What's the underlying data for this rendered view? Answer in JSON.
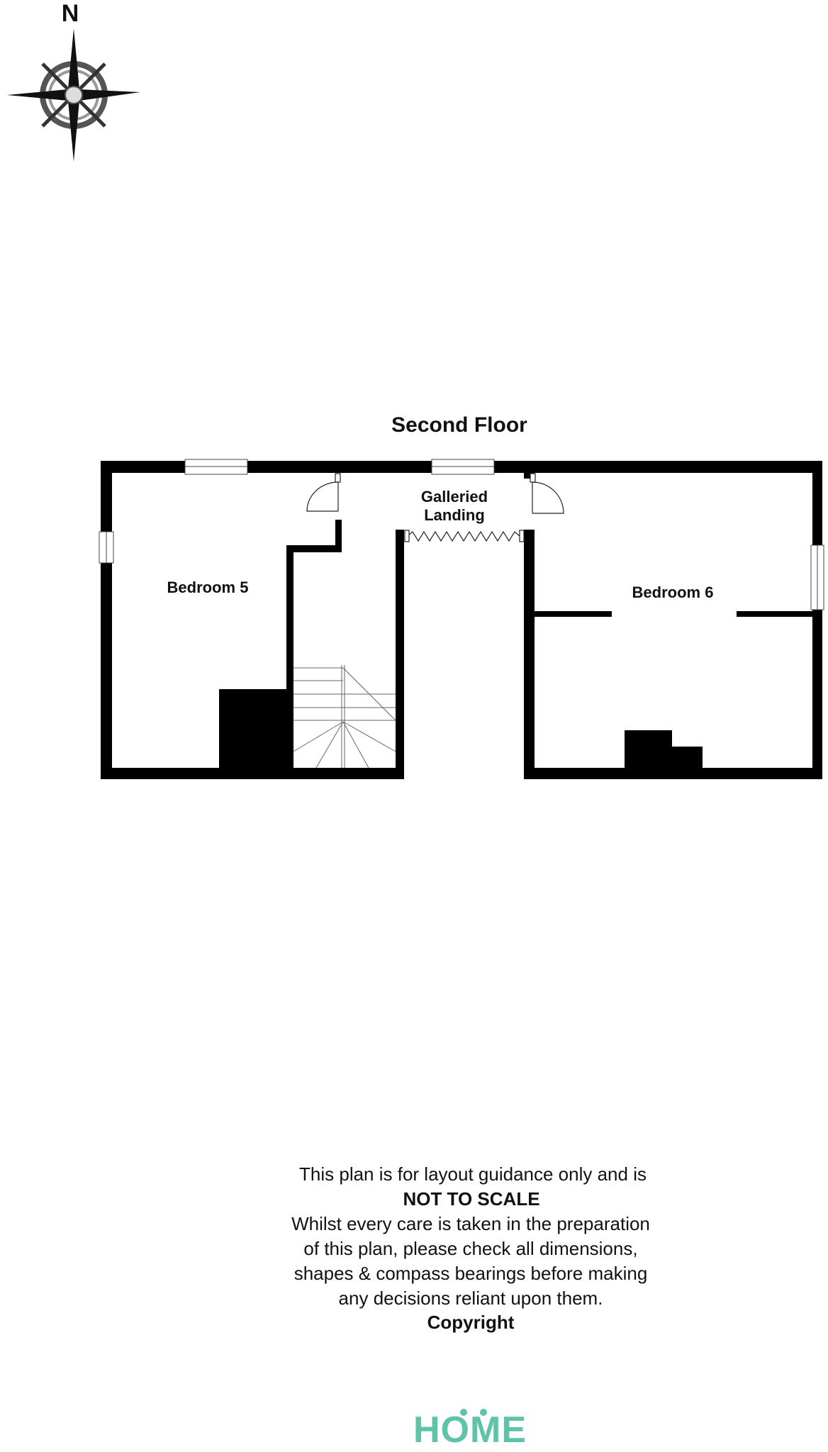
{
  "compass": {
    "north_label": "N",
    "icon": "compass-rose-icon"
  },
  "plan": {
    "title": "Second Floor",
    "rooms": {
      "bedroom5": "Bedroom 5",
      "bedroom6": "Bedroom 6",
      "landing_line1": "Galleried",
      "landing_line2": "Landing"
    }
  },
  "disclaimer": {
    "lines": [
      "This plan is for layout guidance only and is",
      "NOT TO SCALE",
      "Whilst every care is taken in the preparation",
      "of this plan, please check all dimensions,",
      "shapes & compass bearings before making",
      "any decisions reliant upon them.",
      "Copyright"
    ]
  },
  "logo": {
    "text": "HOME",
    "color": "#5fc3a8"
  }
}
